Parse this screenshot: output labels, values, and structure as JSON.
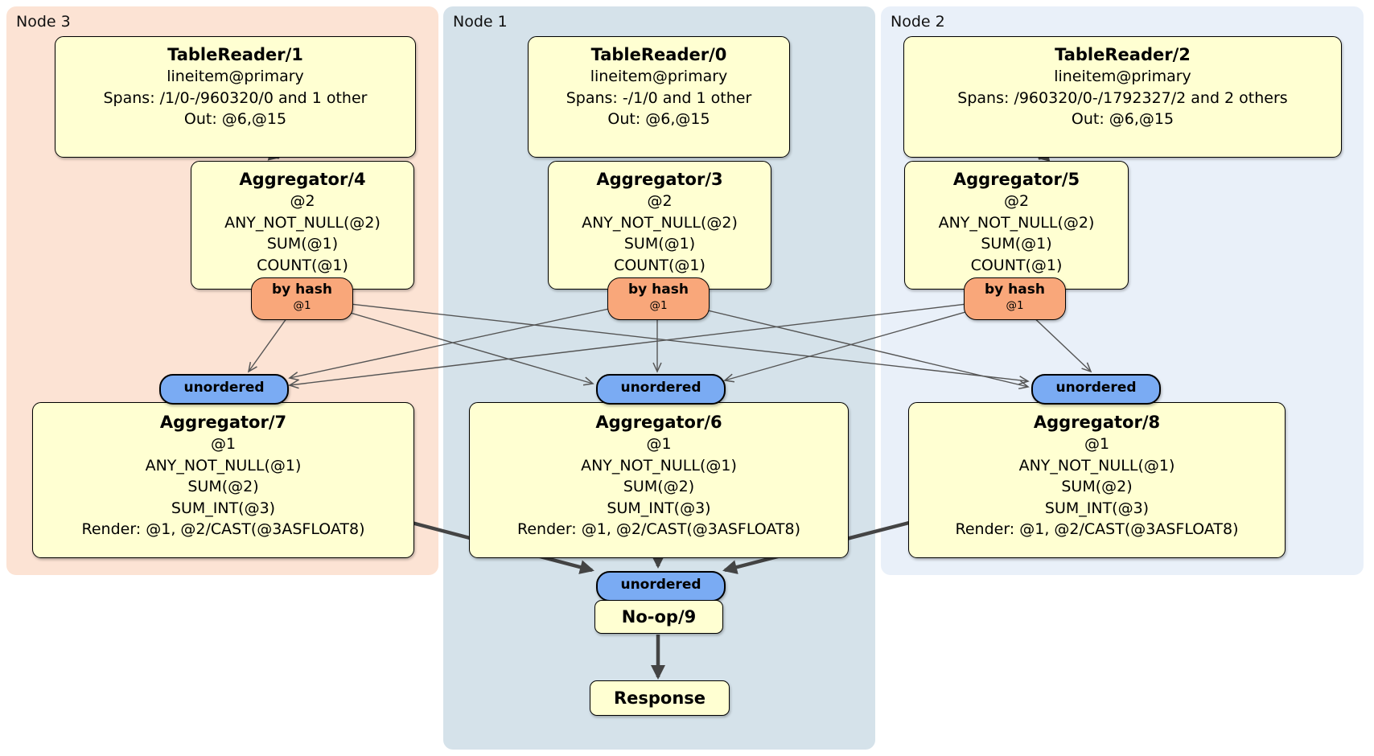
{
  "colors": {
    "canvas-bg": "#ffffff",
    "node3-bg": "#fce3d4",
    "node1-bg": "#d5e2ea",
    "node2-bg": "#e9f0f9",
    "box-bg": "#ffffd2",
    "box-border": "#000000",
    "router-bg": "#f9a77a",
    "sync-bg": "#7aabf3",
    "edge-thin": "#555555",
    "edge-thick": "#444444",
    "label-color": "#000000"
  },
  "regions": {
    "node3": {
      "label": "Node 3"
    },
    "node1": {
      "label": "Node 1"
    },
    "node2": {
      "label": "Node 2"
    }
  },
  "processors": {
    "tablereader1": {
      "title": "TableReader/1",
      "lines": [
        "lineitem@primary",
        "Spans: /1/0-/960320/0 and 1 other",
        "Out: @6,@15"
      ]
    },
    "tablereader0": {
      "title": "TableReader/0",
      "lines": [
        "lineitem@primary",
        "Spans: -/1/0 and 1 other",
        "Out: @6,@15"
      ]
    },
    "tablereader2": {
      "title": "TableReader/2",
      "lines": [
        "lineitem@primary",
        "Spans: /960320/0-/1792327/2 and 2 others",
        "Out: @6,@15"
      ]
    },
    "aggregator4": {
      "title": "Aggregator/4",
      "lines": [
        "@2",
        "ANY_NOT_NULL(@2)",
        "SUM(@1)",
        "COUNT(@1)"
      ]
    },
    "aggregator3": {
      "title": "Aggregator/3",
      "lines": [
        "@2",
        "ANY_NOT_NULL(@2)",
        "SUM(@1)",
        "COUNT(@1)"
      ]
    },
    "aggregator5": {
      "title": "Aggregator/5",
      "lines": [
        "@2",
        "ANY_NOT_NULL(@2)",
        "SUM(@1)",
        "COUNT(@1)"
      ]
    },
    "aggregator7": {
      "title": "Aggregator/7",
      "lines": [
        "@1",
        "ANY_NOT_NULL(@1)",
        "SUM(@2)",
        "SUM_INT(@3)",
        "Render: @1, @2/CAST(@3ASFLOAT8)"
      ]
    },
    "aggregator6": {
      "title": "Aggregator/6",
      "lines": [
        "@1",
        "ANY_NOT_NULL(@1)",
        "SUM(@2)",
        "SUM_INT(@3)",
        "Render: @1, @2/CAST(@3ASFLOAT8)"
      ]
    },
    "aggregator8": {
      "title": "Aggregator/8",
      "lines": [
        "@1",
        "ANY_NOT_NULL(@1)",
        "SUM(@2)",
        "SUM_INT(@3)",
        "Render: @1, @2/CAST(@3ASFLOAT8)"
      ]
    },
    "noop9": {
      "title": "No-op/9"
    },
    "response": {
      "title": "Response"
    }
  },
  "router": {
    "label": "by hash",
    "detail": "@1"
  },
  "sync": {
    "label": "unordered"
  }
}
